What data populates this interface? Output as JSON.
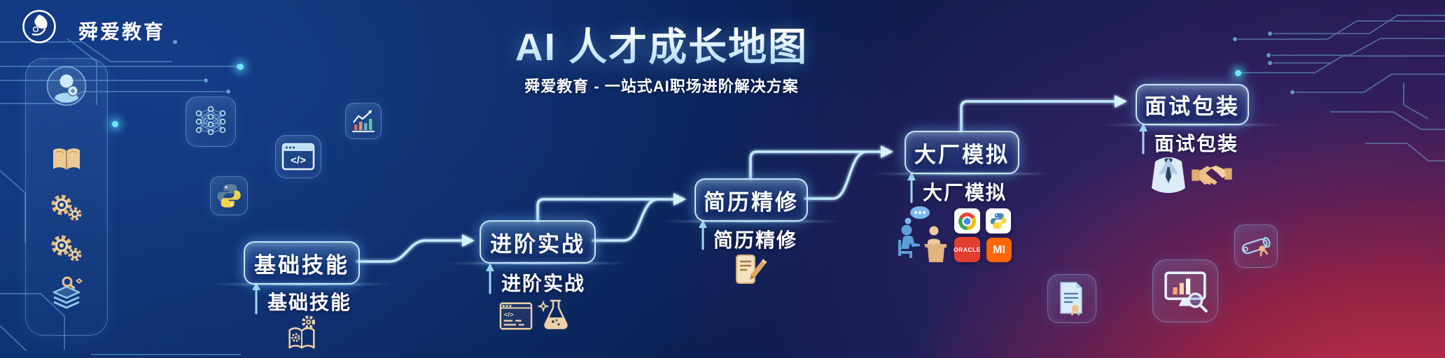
{
  "brand": {
    "name": "舜爱教育",
    "logo_icon": "leaf-circle-logo"
  },
  "header": {
    "title": "AI 人才成长地图",
    "subtitle": "舜爱教育 - 一站式AI职场进阶解决方案"
  },
  "sidebar": {
    "icons": [
      "user-avatar-icon",
      "open-book-icon",
      "gears-icon",
      "gears-icon",
      "layers-search-icon"
    ]
  },
  "floating_icons": [
    "neural-network-icon",
    "code-window-icon",
    "bar-chart-icon",
    "python-icon",
    "certificate-icon",
    "report-monitor-icon",
    "diploma-icon"
  ],
  "stages": [
    {
      "label": "基础技能",
      "sublabel": "基础技能",
      "icons": [
        "book-gear-icon"
      ]
    },
    {
      "label": "进阶实战",
      "sublabel": "进阶实战",
      "icons": [
        "code-editor-icon",
        "flask-icon"
      ]
    },
    {
      "label": "简历精修",
      "sublabel": "简历精修",
      "icons": [
        "document-pencil-icon"
      ]
    },
    {
      "label": "大厂模拟",
      "sublabel": "大厂模拟",
      "icons": [
        "interview-desk-icon",
        "chrome-icon",
        "python-icon",
        "oracle-icon",
        "xiaomi-icon"
      ],
      "logo_text": {
        "oracle": "ORACLE",
        "xiaomi": "MI"
      }
    },
    {
      "label": "面试包装",
      "sublabel": "面试包装",
      "icons": [
        "suit-icon",
        "handshake-icon"
      ]
    }
  ],
  "colors": {
    "bg_navy": "#0a1c4c",
    "bg_blue": "#0d2f6e",
    "bg_purple": "#3a2464",
    "bg_crimson": "#b02545",
    "node_border": "#d2eeff",
    "connector": "#c2eaff",
    "accent_gold": "#ecd2a6",
    "circuit": "#7ec3ea"
  }
}
